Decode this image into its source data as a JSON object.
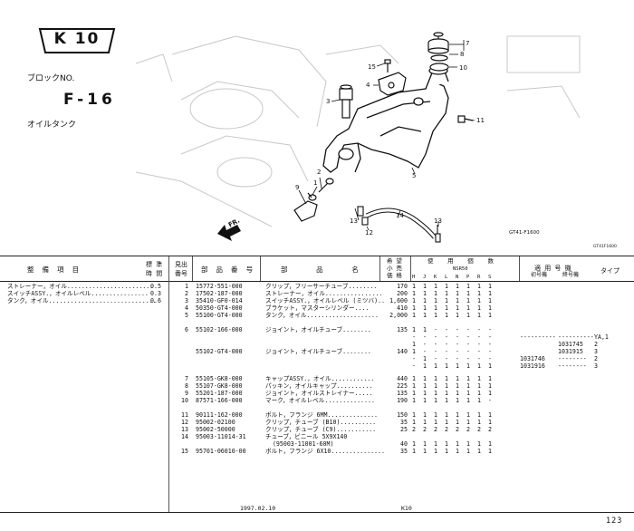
{
  "header": {
    "block_code": "K 10",
    "block_no_label": "ブロックNO.",
    "block_no": "F-16",
    "section_name": "オイルタンク"
  },
  "illustration": {
    "callouts": [
      "15",
      "4",
      "3",
      "7",
      "8",
      "10",
      "11",
      "5",
      "2",
      "1",
      "9",
      "13",
      "12",
      "14",
      "13"
    ],
    "fr_label": "FR.",
    "figure_code": "GT41-F1600",
    "figure_code_small": "GT41F1600"
  },
  "table_headers": {
    "maintenance_item": "整  備  項  目",
    "standard_time": [
      "標 準",
      "時 間"
    ],
    "fig_no": [
      "見出",
      "番号"
    ],
    "part_no": "部  品  番  号",
    "part_name": "部       品       名",
    "qty_head": [
      "希 望",
      "小 売",
      "価 格"
    ],
    "usage_count": [
      "使    用    個    数"
    ],
    "model_code": "NSR50",
    "columns": [
      "H",
      "J",
      "K",
      "L",
      "N",
      "P",
      "R",
      "S"
    ],
    "applicable_no": "適 用 号 機",
    "first_no": "初号機",
    "last_no": "終号機",
    "type": "タイプ"
  },
  "maintenance": [
    {
      "item": "ストレーナー，オイル........................",
      "time": "0.5"
    },
    {
      "item": "スイッチASSY.，オイルレベル................",
      "time": "0.3"
    },
    {
      "item": "タンク，オイル..............................",
      "time": "0.6"
    }
  ],
  "parts": [
    {
      "ref": "1",
      "part": "15772-551-000",
      "name": "クリップ，フリーサーチューブ........",
      "price": "170",
      "q": [
        "1",
        "1",
        "1",
        "1",
        "1",
        "1",
        "1",
        "1"
      ],
      "first": "",
      "last": "",
      "type": ""
    },
    {
      "ref": "2",
      "part": "17502-187-000",
      "name": "ストレーナー，オイル................",
      "price": "200",
      "q": [
        "1",
        "1",
        "1",
        "1",
        "1",
        "1",
        "1",
        "1"
      ],
      "first": "",
      "last": "",
      "type": ""
    },
    {
      "ref": "3",
      "part": "35410-GF0-014",
      "name": "スイッチASSY.，オイルレベル (ミツバ)..",
      "price": "1,600",
      "q": [
        "1",
        "1",
        "1",
        "1",
        "1",
        "1",
        "1",
        "1"
      ],
      "first": "",
      "last": "",
      "type": ""
    },
    {
      "ref": "4",
      "part": "50350-GT4-000",
      "name": "ブラケット，マスターシリンダー....",
      "price": "410",
      "q": [
        "1",
        "1",
        "1",
        "1",
        "1",
        "1",
        "1",
        "1"
      ],
      "first": "",
      "last": "",
      "type": ""
    },
    {
      "ref": "5",
      "part": "55100-GT4-000",
      "name": "タンク，オイル....................",
      "price": "2,000",
      "q": [
        "1",
        "1",
        "1",
        "1",
        "1",
        "1",
        "1",
        "1"
      ],
      "first": "",
      "last": "",
      "type": ""
    },
    {
      "ref": "6",
      "part": "55102-166-000",
      "name": "ジョイント，オイルチューブ........",
      "price": "135",
      "q": [
        "1",
        "1",
        "-",
        "-",
        "-",
        "-",
        "-",
        "-"
      ],
      "first": "",
      "last": "",
      "type": ""
    },
    {
      "ref": "",
      "part": "",
      "name": "",
      "price": "",
      "q": [
        "-",
        "-",
        "-",
        "-",
        "-",
        "-",
        "-",
        "-"
      ],
      "first": "----------",
      "last": "----------",
      "type": "YA,1"
    },
    {
      "ref": "",
      "part": "",
      "name": "",
      "price": "",
      "q": [
        "1",
        "-",
        "-",
        "-",
        "-",
        "-",
        "-",
        "-"
      ],
      "first": "",
      "last": "1031745",
      "type": "2"
    },
    {
      "ref": "",
      "part": "55102-GT4-000",
      "name": "ジョイント，オイルチューブ........",
      "price": "140",
      "q": [
        "1",
        "-",
        "-",
        "-",
        "-",
        "-",
        "-",
        "-"
      ],
      "first": "",
      "last": "1031915",
      "type": "3"
    },
    {
      "ref": "",
      "part": "",
      "name": "",
      "price": "",
      "q": [
        "-",
        "1",
        "-",
        "-",
        "-",
        "-",
        "-",
        "-"
      ],
      "first": "1031746",
      "last": "--------",
      "type": "2"
    },
    {
      "ref": "",
      "part": "",
      "name": "",
      "price": "",
      "q": [
        "-",
        "1",
        "1",
        "1",
        "1",
        "1",
        "1",
        "1"
      ],
      "first": "1031916",
      "last": "--------",
      "type": "3"
    },
    {
      "ref": "7",
      "part": "55105-GK8-000",
      "name": "キャップASSY.，オイル............",
      "price": "440",
      "q": [
        "1",
        "1",
        "1",
        "1",
        "1",
        "1",
        "1",
        "1"
      ],
      "first": "",
      "last": "",
      "type": ""
    },
    {
      "ref": "8",
      "part": "55107-GK8-000",
      "name": "パッキン，オイルキャップ..........",
      "price": "225",
      "q": [
        "1",
        "1",
        "1",
        "1",
        "1",
        "1",
        "1",
        "1"
      ],
      "first": "",
      "last": "",
      "type": ""
    },
    {
      "ref": "9",
      "part": "55201-187-000",
      "name": "ジョイント，オイルストレイナー.....",
      "price": "135",
      "q": [
        "1",
        "1",
        "1",
        "1",
        "1",
        "1",
        "1",
        "1"
      ],
      "first": "",
      "last": "",
      "type": ""
    },
    {
      "ref": "10",
      "part": "87571-166-000",
      "name": "マーク，オイルレベル..............",
      "price": "190",
      "q": [
        "1",
        "1",
        "1",
        "1",
        "1",
        "1",
        "1",
        "-"
      ],
      "first": "",
      "last": "",
      "type": ""
    },
    {
      "ref": "11",
      "part": "90111-162-000",
      "name": "ボルト，フランジ 6MM..............",
      "price": "150",
      "q": [
        "1",
        "1",
        "1",
        "1",
        "1",
        "1",
        "1",
        "1"
      ],
      "first": "",
      "last": "",
      "type": ""
    },
    {
      "ref": "12",
      "part": "95002-02100",
      "name": "クリップ，チューブ (B10)..........",
      "price": "35",
      "q": [
        "1",
        "1",
        "1",
        "1",
        "1",
        "1",
        "1",
        "1"
      ],
      "first": "",
      "last": "",
      "type": ""
    },
    {
      "ref": "13",
      "part": "95002-50000",
      "name": "クリップ，チューブ (C9)...........",
      "price": "25",
      "q": [
        "2",
        "2",
        "2",
        "2",
        "2",
        "2",
        "2",
        "2"
      ],
      "first": "",
      "last": "",
      "type": ""
    },
    {
      "ref": "14",
      "part": "95003-11014-31",
      "name": "チューブ，ビニール 5X9X140",
      "price": "",
      "q": [
        "",
        "",
        "",
        "",
        "",
        "",
        "",
        ""
      ],
      "first": "",
      "last": "",
      "type": ""
    },
    {
      "ref": "",
      "part": "",
      "name": "  (95003-11001-60M)",
      "price": "40",
      "q": [
        "1",
        "1",
        "1",
        "1",
        "1",
        "1",
        "1",
        "1"
      ],
      "first": "",
      "last": "",
      "type": ""
    },
    {
      "ref": "15",
      "part": "95701-06010-00",
      "name": "ボルト，フランジ 6X10...............",
      "price": "35",
      "q": [
        "1",
        "1",
        "1",
        "1",
        "1",
        "1",
        "1",
        "1"
      ],
      "first": "",
      "last": "",
      "type": ""
    }
  ],
  "footer": {
    "date": "1997.02.10",
    "code": "K10",
    "page": "123"
  }
}
